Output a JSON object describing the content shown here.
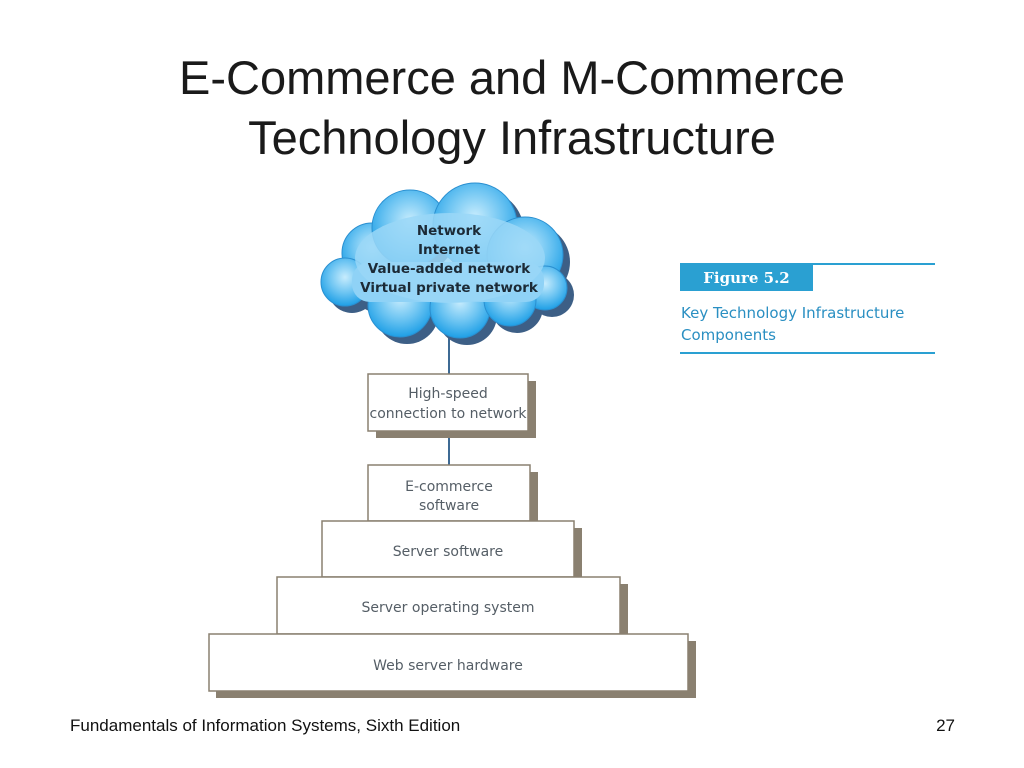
{
  "slide": {
    "title_line1": "E-Commerce and M-Commerce",
    "title_line2": "Technology Infrastructure"
  },
  "diagram": {
    "cloud": {
      "line1": "Network",
      "line2": "Internet",
      "line3": "Value-added network",
      "line4": "Virtual private network"
    },
    "connection_box": {
      "line1": "High-speed",
      "line2": "connection to network"
    },
    "layers": {
      "ecommerce_line1": "E-commerce",
      "ecommerce_line2": "software",
      "server_software": "Server software",
      "server_os": "Server operating system",
      "web_server_hardware": "Web server hardware"
    }
  },
  "figure": {
    "label": "Figure 5.2",
    "caption_line1": "Key Technology Infrastructure",
    "caption_line2": "Components"
  },
  "footer": {
    "book": "Fundamentals of Information Systems, Sixth Edition",
    "page": "27"
  },
  "colors": {
    "cloud_fill_light": "#bfe6fb",
    "cloud_fill_dark": "#1e9fe6",
    "cloud_shadow": "#3d5f86",
    "box_shadow": "#8a8070",
    "accent": "#2aa0d2"
  }
}
